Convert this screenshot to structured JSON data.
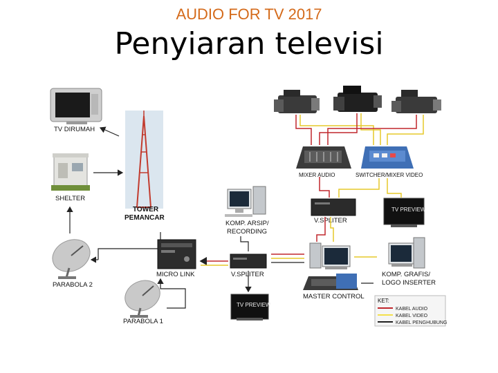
{
  "header": {
    "subtitle": "AUDIO FOR TV 2017",
    "title": "Penyiaran televisi"
  },
  "labels": {
    "tv_dirumah": "TV DIRUMAH",
    "shelter": "SHELTER",
    "tower_1": "TOWER",
    "tower_2": "PEMANCAR",
    "parabola_2": "PARABOLA 2",
    "parabola_1": "PARABOLA 1",
    "komp_arsip_1": "KOMP. ARSIP/",
    "komp_arsip_2": "RECORDING",
    "micro_link": "MICRO LINK",
    "v_spliter_top": "V.SPLITER",
    "v_spliter_mid": "V.SPLITER",
    "mixer_audio": "MIXER AUDIO",
    "switcher": "SWITCHER/MIXER VIDEO",
    "tv_preview_top": "TV PREVIEW",
    "tv_preview_bottom": "TV PREVIEW",
    "komp_grafis_1": "KOMP. GRAFIS/",
    "komp_grafis_2": "LOGO INSERTER",
    "master_control": "MASTER CONTROL"
  },
  "legend": {
    "title": "KET:",
    "items": [
      {
        "label": "KABEL AUDIO",
        "color": "#c0262c"
      },
      {
        "label": "KABEL VIDEO",
        "color": "#f4e04a"
      },
      {
        "label": "KABEL PENGHUBUNG",
        "color": "#222222"
      }
    ]
  },
  "colors": {
    "audio_cable": "#c0262c",
    "video_cable": "#f4e04a",
    "link_cable": "#222222",
    "title_accent": "#d46a1a"
  }
}
